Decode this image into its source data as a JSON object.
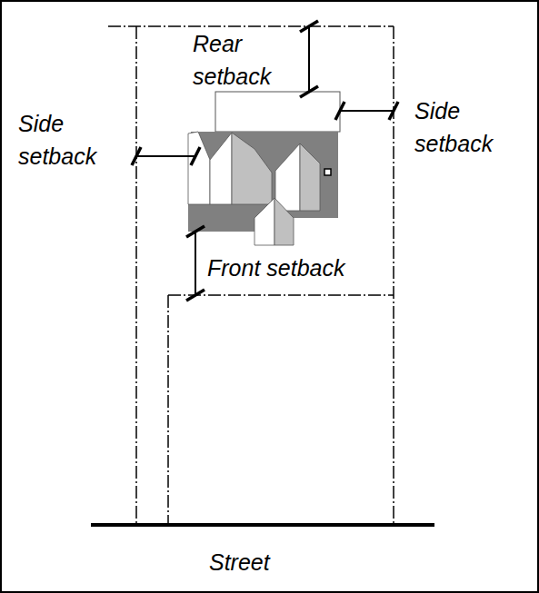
{
  "diagram": {
    "labels": [
      "Rear setback",
      "Side setback",
      "Side setback",
      "Front setback",
      "Street"
    ]
  }
}
